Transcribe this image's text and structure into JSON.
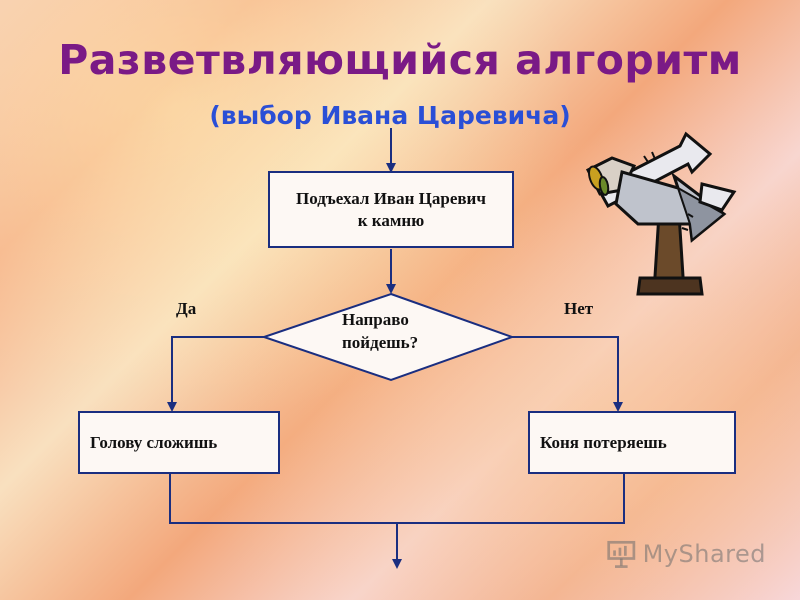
{
  "title": "Разветвляющийся алгоритм",
  "subtitle": "(выбор Ивана Царевича)",
  "flowchart": {
    "start_block": "Подъехал Иван Царевич к камню",
    "decision_line1": "Направо",
    "decision_line2": "пойдешь?",
    "branch_yes": "Да",
    "branch_no": "Нет",
    "yes_block": "Голову сложишь",
    "no_block": "Коня потеряешь"
  },
  "watermark": "MyShared",
  "colors": {
    "title": "#7a1a86",
    "subtitle": "#2a4fd6",
    "lines": "#1a2e80"
  },
  "icons": [
    "signpost-clipart-icon",
    "presentation-board-icon"
  ]
}
